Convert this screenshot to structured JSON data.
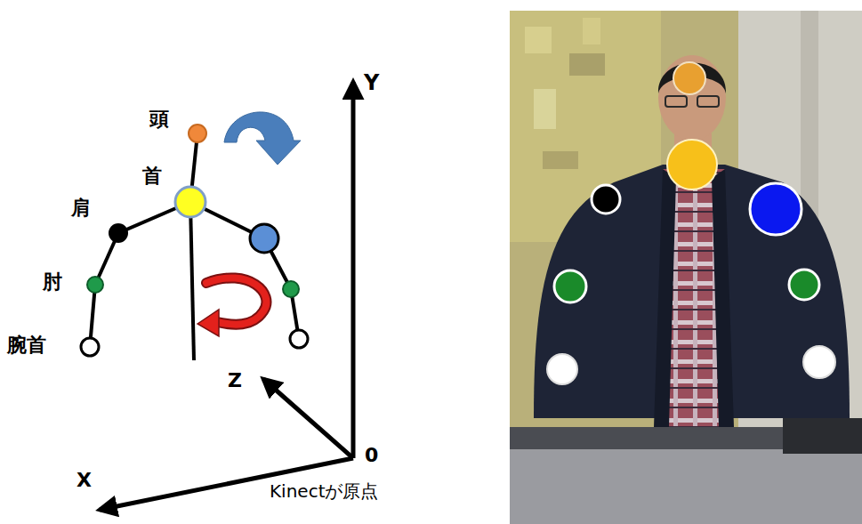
{
  "diagram": {
    "labels": [
      "頭",
      "首",
      "肩",
      "肘",
      "腕首",
      "Y",
      "Z",
      "X",
      "0",
      "Kinectが原点"
    ]
  }
}
